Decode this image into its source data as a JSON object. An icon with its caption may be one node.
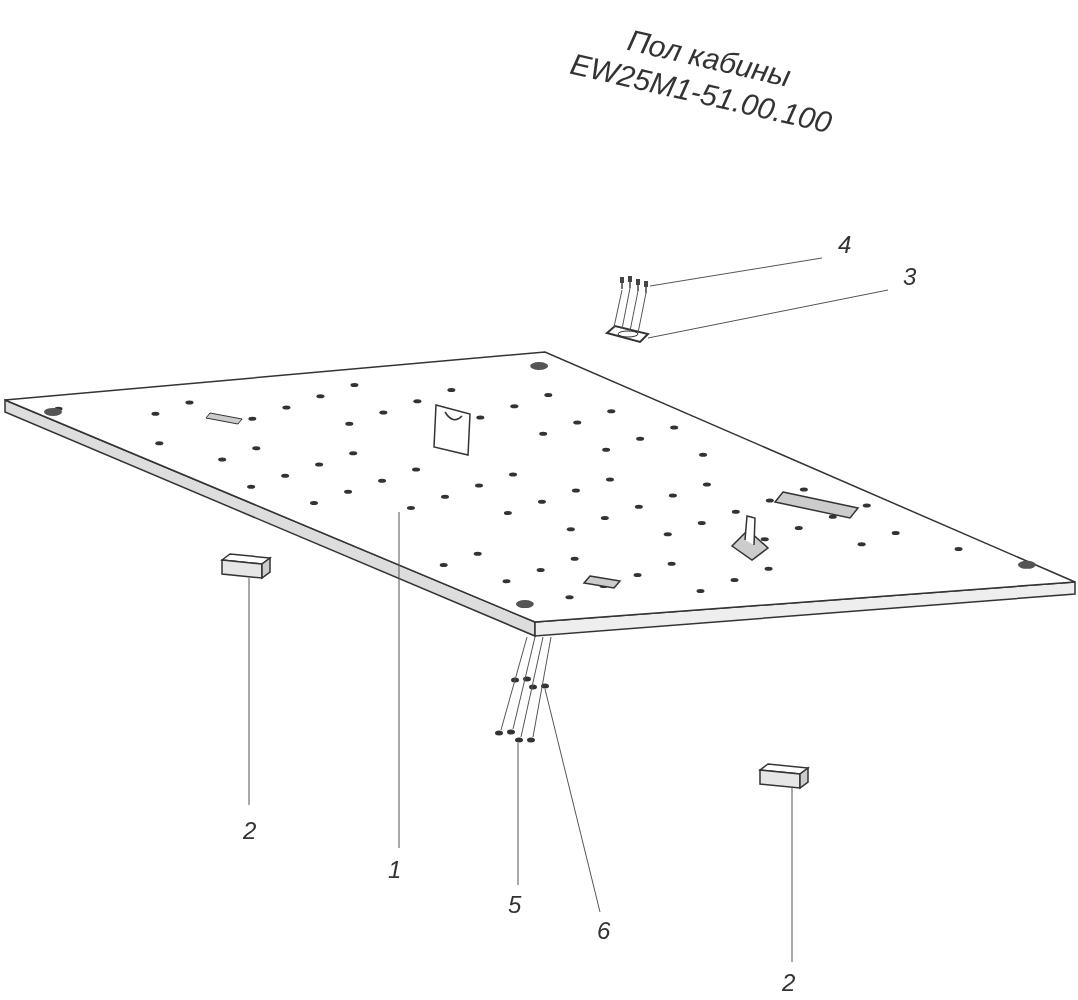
{
  "diagram": {
    "title": "Пол кабины EW25M1-51.00.100",
    "nodes": [
      {
        "text": [
          "4"
        ]
      },
      {
        "text": [
          "3"
        ]
      },
      {
        "text": [
          "2"
        ]
      },
      {
        "text": [
          "1"
        ]
      },
      {
        "text": [
          "5"
        ]
      },
      {
        "text": [
          "6"
        ]
      },
      {
        "text": [
          "2"
        ]
      },
      {
        "text": [],
        "shape": "picture"
      },
      {
        "text": [],
        "shape": "picture"
      },
      {
        "text": [],
        "shape": "picture"
      },
      {
        "text": [],
        "shape": "picture"
      },
      {
        "text": [],
        "shape": "picture"
      },
      {
        "text": [],
        "shape": "picture"
      },
      {
        "text": [],
        "shape": "picture"
      }
    ],
    "edges": [
      {
        "from": 0,
        "to": 7,
        "arrow": "none"
      },
      {
        "from": 1,
        "to": 8,
        "arrow": "none"
      },
      {
        "from": 2,
        "to": 10,
        "arrow": "none"
      },
      {
        "from": 3,
        "to": 9,
        "arrow": "none"
      },
      {
        "from": 4,
        "to": 11,
        "arrow": "none"
      },
      {
        "from": 5,
        "to": 12,
        "arrow": "none"
      },
      {
        "from": 6,
        "to": 13,
        "arrow": "none"
      },
      {
        "from": 7,
        "to": 8,
        "arrow": "none"
      },
      {
        "from": 7,
        "to": 8,
        "arrow": "none"
      },
      {
        "from": 7,
        "to": 8,
        "arrow": "none"
      },
      {
        "from": 7,
        "to": 8,
        "arrow": "none"
      },
      {
        "from": 11,
        "to": 9,
        "arrow": "none"
      },
      {
        "from": 11,
        "to": 9,
        "arrow": "none"
      },
      {
        "from": 11,
        "to": 9,
        "arrow": "none"
      },
      {
        "from": 11,
        "to": 9,
        "arrow": "none"
      }
    ]
  }
}
